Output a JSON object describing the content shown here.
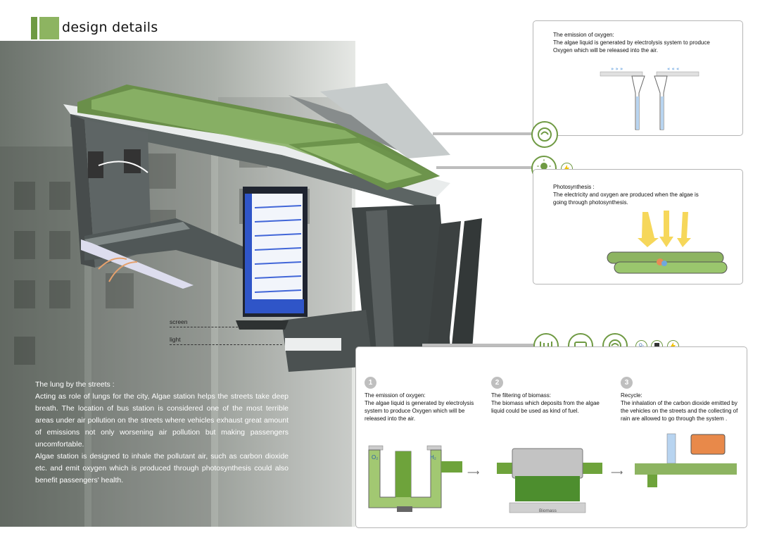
{
  "header": {
    "title": "design details"
  },
  "labels": {
    "screen": "screen",
    "light": "light"
  },
  "intro": {
    "heading": "The lung by the streets :",
    "para1": "Acting as role of lungs for the city, Algae station helps the streets take deep breath. The location of bus station is considered one of the most terrible areas under air pollution on the streets where vehicles exhaust great amount of emissions not only worsening air pollution but making passengers uncomfortable.",
    "para2": "Algae station is designed to inhale the pollutant air, such as carbon dioxide etc. and emit oxygen which is produced through photosynthesis could also benefit passengers' health."
  },
  "callout_oxygen": {
    "title": "The emission of oxygen:",
    "body": "The algae liquid is generated by electrolysis system to produce Oxygen which will be released into the air."
  },
  "callout_photo": {
    "title": "Photosynthesis :",
    "body": "The electricity and oxygen are produced when the algae is going through photosynthesis."
  },
  "steps": [
    {
      "num": "1",
      "title": "The emission of oxygen:",
      "body": "The algae liquid is generated by electrolysis system to produce Oxygen which will be released into the air."
    },
    {
      "num": "2",
      "title": "The filtering of biomass:",
      "body": "The biomass which deposits from the algae liquid could be used as kind of fuel."
    },
    {
      "num": "3",
      "title": "Recycle:",
      "body": "The inhalation of the carbon dioxide emitted by the vehicles on the streets and the collecting of rain are allowed to go through the system ."
    }
  ],
  "diagram_text": {
    "o2": "O₂",
    "h2": "H₂",
    "biomass": "Biomass",
    "screen_o2": "O₂"
  },
  "colors": {
    "accent": "#6f9a43",
    "algae": "#8db461",
    "dark_algae": "#3d6e22"
  }
}
